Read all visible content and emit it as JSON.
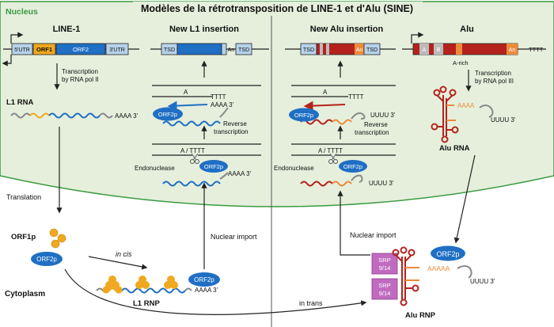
{
  "title": "Modèles de la rétrotransposition de LINE-1 et d'Alu (SINE)",
  "regions": {
    "nucleus": "Nucleus",
    "cytoplasm": "Cytoplasm"
  },
  "line1": {
    "heading": "LINE-1",
    "segments": [
      "5'UTR",
      "ORF1",
      "ORF2",
      "3'UTR"
    ],
    "transcription": [
      "Transcription",
      "by RNA pol II"
    ],
    "rna_label": "L1 RNA",
    "poly_a": "AAAA 3'",
    "translation": "Translation",
    "orf1p": "ORF1p",
    "orf2p": "ORF2p",
    "in_cis": "in cis",
    "rnp_label": "L1 RNP",
    "rnp_poly_a": "AAAA 3'",
    "nuclear_import": "Nuclear import"
  },
  "new_l1": {
    "heading": "New L1 insertion",
    "tsd": "TSD",
    "an": "An",
    "tttt": "TTTT",
    "a": "A",
    "aaaa": "AAAA 3'",
    "orf2p": "ORF2p",
    "reverse_transcription": [
      "Reverse",
      "transcription"
    ],
    "a_tttt": "A / TTTT",
    "endonuclease": "Endonuclease",
    "poly_a": "AAAA 3'"
  },
  "new_alu": {
    "heading": "New Alu insertion",
    "tsd": "TSD",
    "an": "An",
    "a": "A",
    "tttt": "TTTT",
    "uuuu": "UUUU 3'",
    "orf2p": "ORF2p",
    "reverse_transcription": [
      "Reverse",
      "transcription"
    ],
    "a_tttt": "A / TTTT",
    "endonuclease": "Endonuclease",
    "uuuu2": "UUUU 3'",
    "nuclear_import": "Nuclear import"
  },
  "alu": {
    "heading": "Alu",
    "box_a": "A",
    "box_b": "B",
    "an": "An",
    "tttt": "TTTT",
    "a_rich": "A-rich",
    "transcription": [
      "Transcription",
      "by RNA pol III"
    ],
    "aaaa": "AAAA",
    "uuuu": "UUUU 3'",
    "rna_label": "Alu RNA",
    "srp_top": [
      "SRP",
      "9/14"
    ],
    "srp_bottom": [
      "SRP",
      "9/14"
    ],
    "orf2p": "ORF2p",
    "rnp_aaaaa": "AAAAA",
    "rnp_uuuu": "UUUU 3'",
    "rnp_label": "Alu RNP",
    "in_trans": "in trans"
  },
  "colors": {
    "nucleus_fill": "#e5efdc",
    "nucleus_border": "#3a9a40",
    "line1_blue": "#1f6fc4",
    "orf1_gold": "#f0a820",
    "alu_red": "#b5221c",
    "alu_orange": "#ee8a3a",
    "srp_pink": "#c06bc0",
    "utr_light": "#b7d2ea"
  }
}
